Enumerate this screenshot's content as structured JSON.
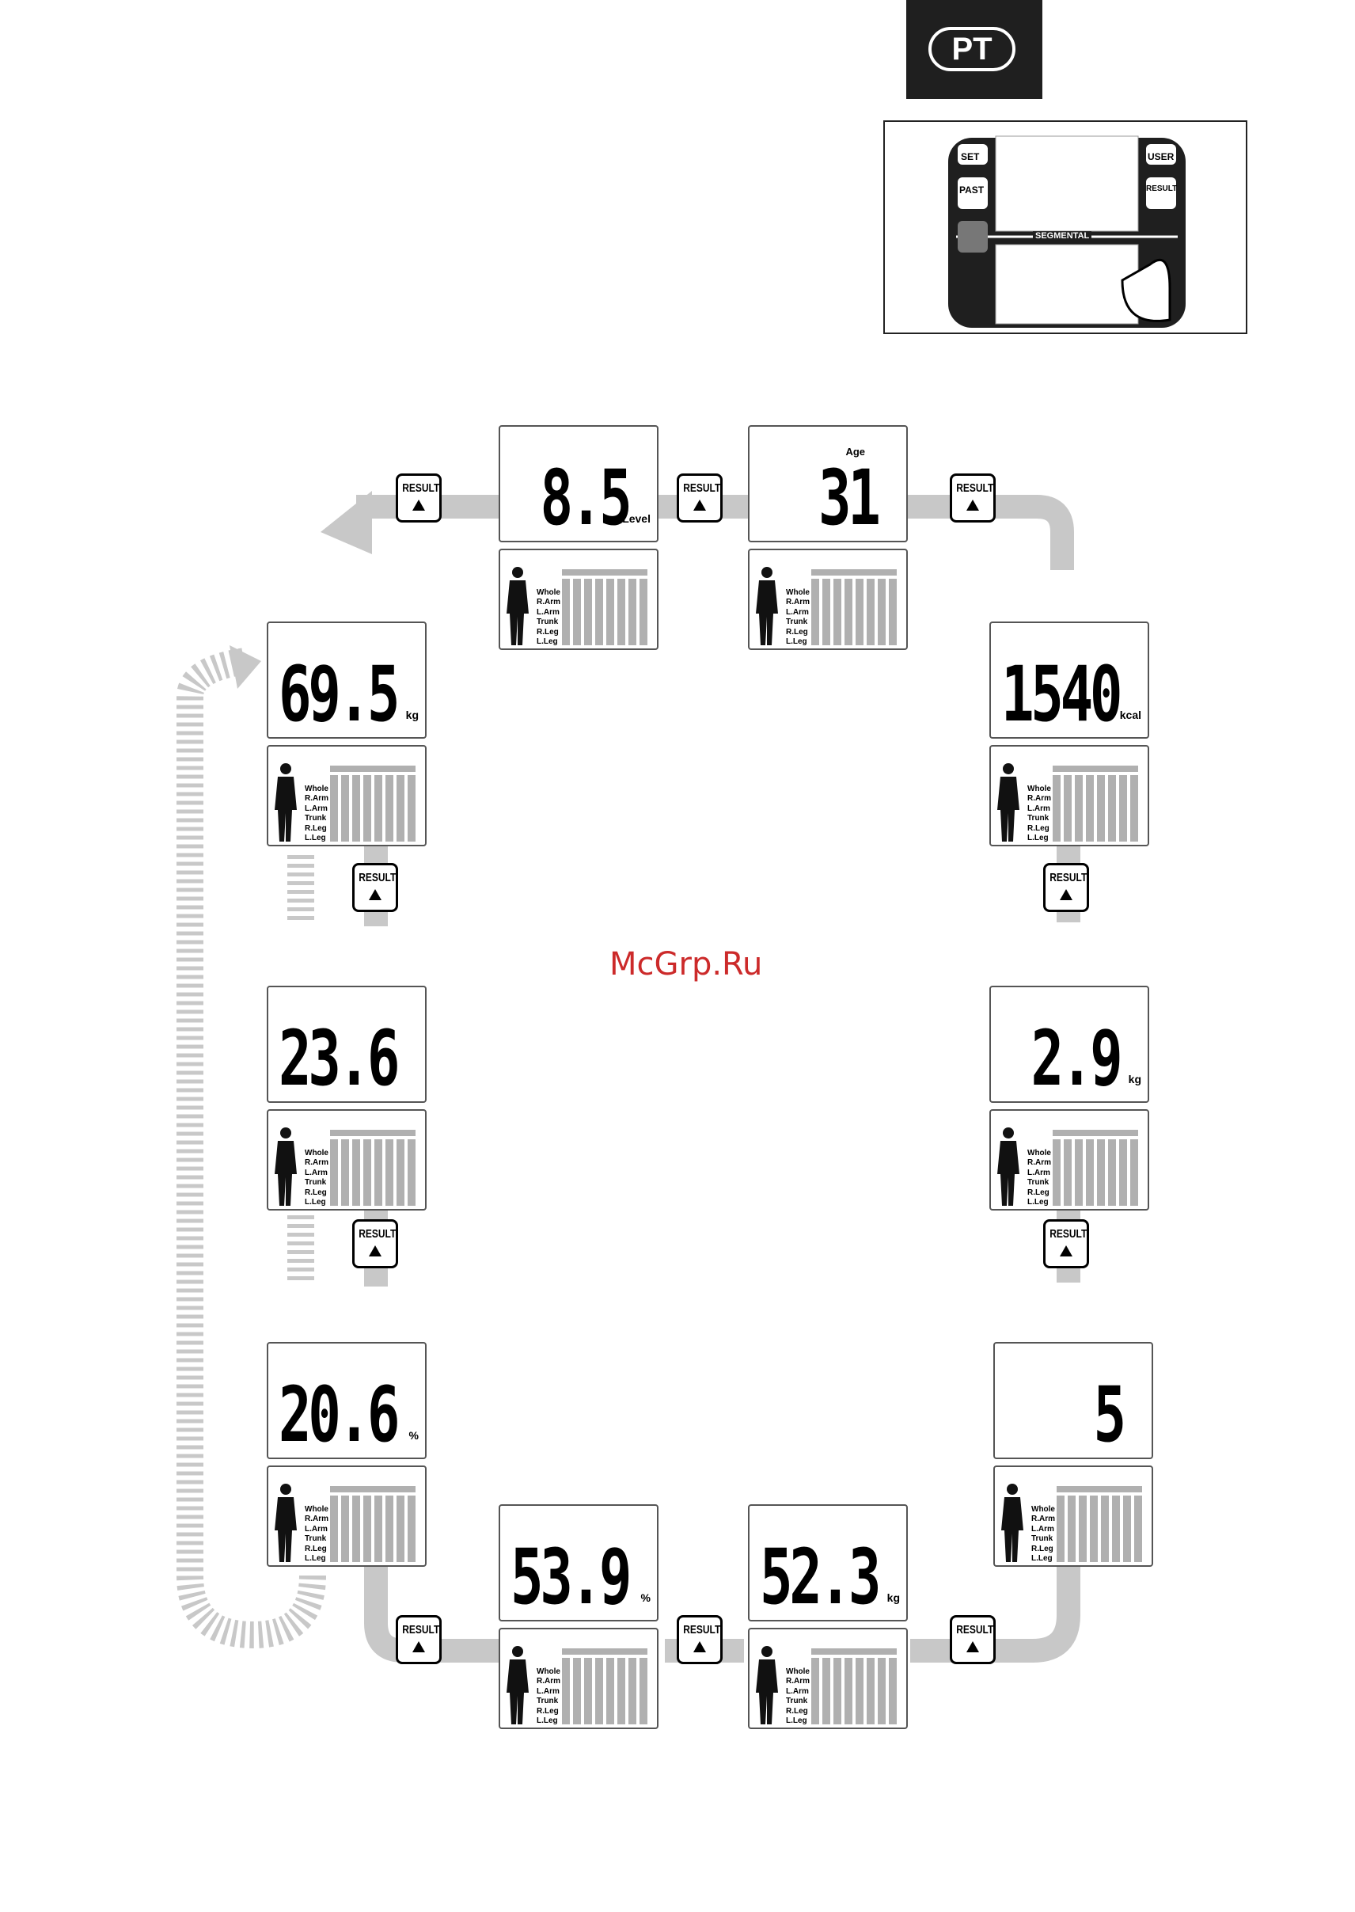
{
  "language_badge": "PT",
  "device_buttons": {
    "set": "SET",
    "past": "PAST",
    "user": "USER",
    "result": "RESULT",
    "segmental": "SEGMENTAL"
  },
  "result_label": "RESULT",
  "segments": [
    "Whole",
    "R.Arm",
    "L.Arm",
    "Trunk",
    "R.Leg",
    "L.Leg"
  ],
  "screens": [
    {
      "id": "visceral",
      "value": "8.5",
      "unit": "Level",
      "note": ""
    },
    {
      "id": "age",
      "value": "31",
      "unit": "",
      "note": "Age"
    },
    {
      "id": "kcal",
      "value": "1540",
      "unit": "kcal",
      "note": ""
    },
    {
      "id": "bone",
      "value": "2.9",
      "unit": "kg",
      "note": ""
    },
    {
      "id": "physique",
      "value": "5",
      "unit": "",
      "note": ""
    },
    {
      "id": "muscle",
      "value": "52.3",
      "unit": "kg",
      "note": ""
    },
    {
      "id": "water",
      "value": "53.9",
      "unit": "%",
      "note": ""
    },
    {
      "id": "fat",
      "value": "20.6",
      "unit": "%",
      "note": ""
    },
    {
      "id": "bmi",
      "value": "23.6",
      "unit": "",
      "note": ""
    },
    {
      "id": "weight",
      "value": "69.5",
      "unit": "kg",
      "note": ""
    }
  ],
  "watermark": "McGrp.Ru",
  "colors": {
    "flow": "#c8c8c8",
    "bar": "#b0b0b0",
    "badge": "#1f1f1f",
    "watermark": "#cc2a2a"
  }
}
